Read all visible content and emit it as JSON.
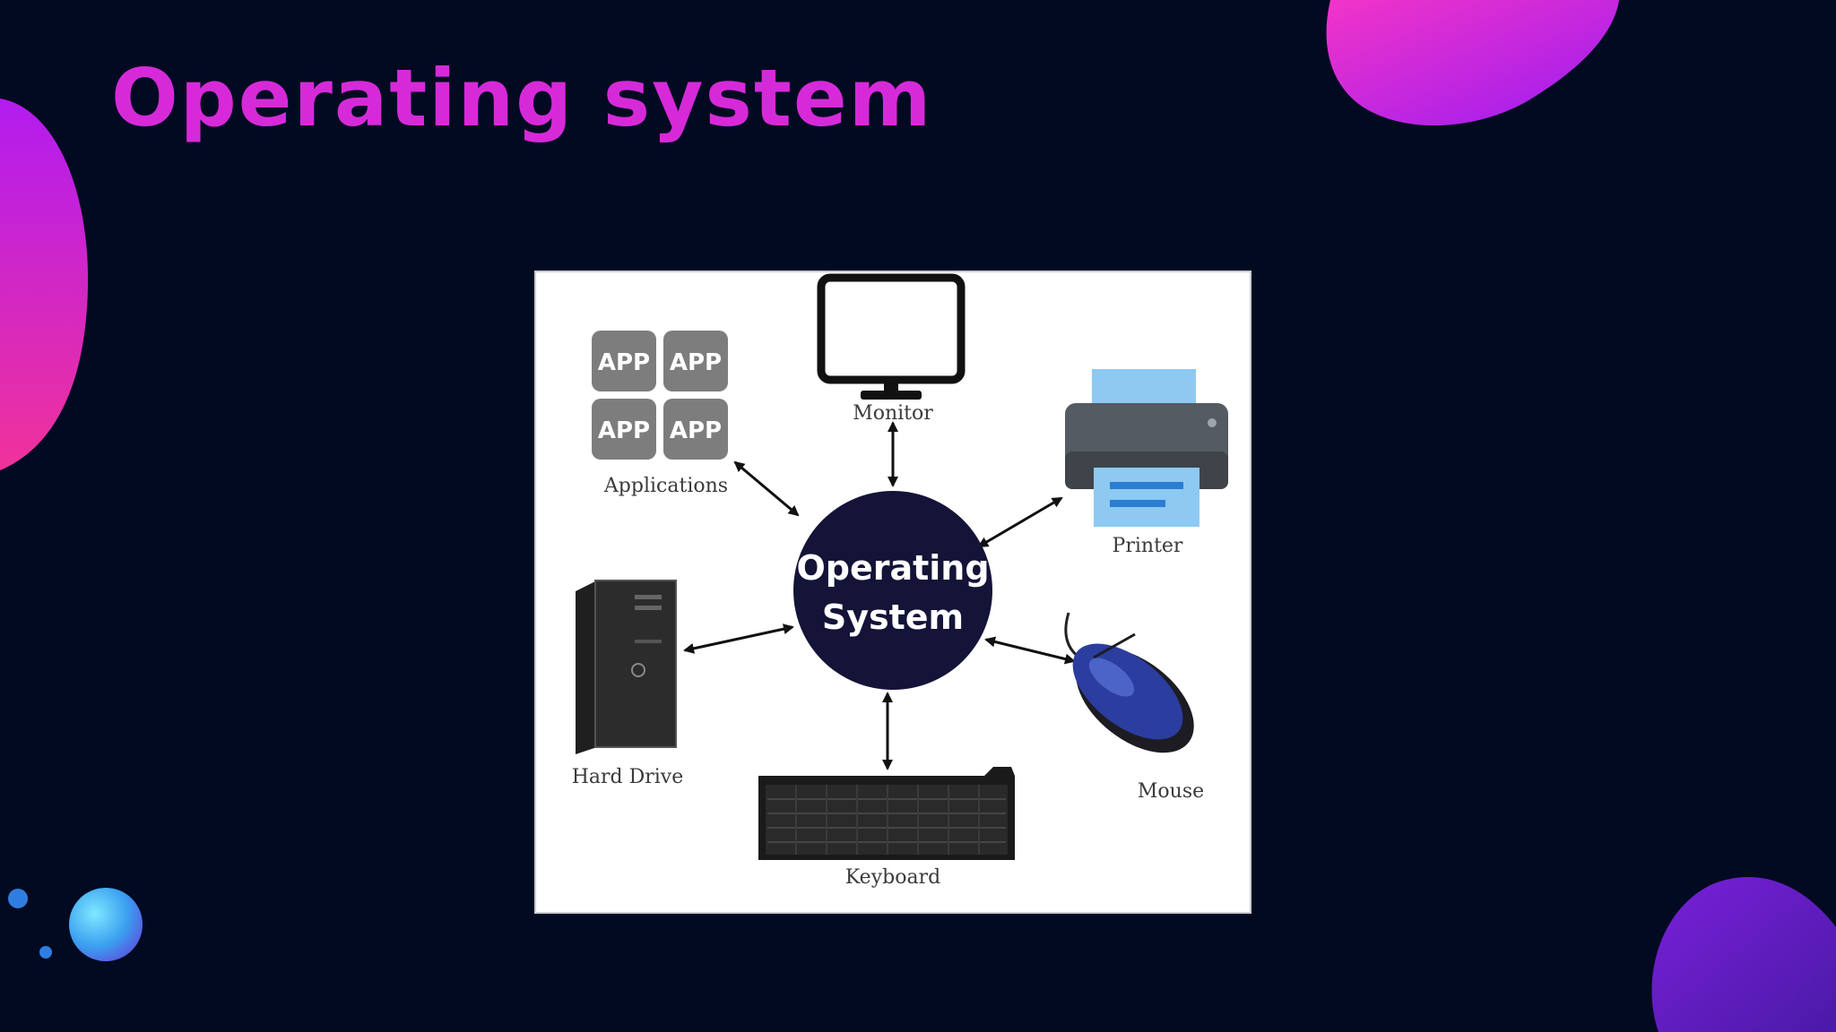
{
  "slide": {
    "title": "Operating system"
  },
  "diagram": {
    "center": {
      "line1": "Operating",
      "line2": "System"
    },
    "apps": {
      "tile_label": "APP",
      "caption": "Applications"
    },
    "monitor": {
      "caption": "Monitor"
    },
    "printer": {
      "caption": "Printer"
    },
    "hard_drive": {
      "caption": "Hard Drive"
    },
    "mouse": {
      "caption": "Mouse"
    },
    "keyboard": {
      "caption": "Keyboard"
    }
  },
  "colors": {
    "background": "#020a22",
    "title": "#d62ad9",
    "center_circle": "#141338",
    "app_tile": "#7d7d7d",
    "mouse_blue": "#2b3d9e",
    "printer_paper": "#7ec0ef"
  },
  "icons": [
    "monitor-icon",
    "printer-icon",
    "hard-drive-icon",
    "mouse-icon",
    "keyboard-icon"
  ]
}
